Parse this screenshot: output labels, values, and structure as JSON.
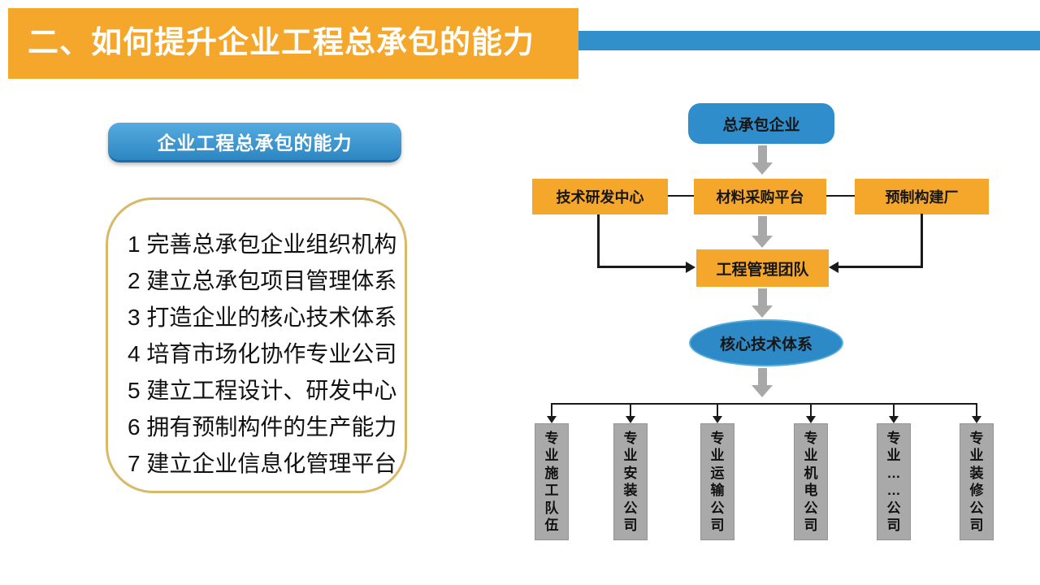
{
  "title": {
    "text": "二、如何提升企业工程总承包的能力"
  },
  "left_panel": {
    "button_label": "企业工程总承包的能力",
    "items": [
      "1 完善总承包企业组织机构",
      "2 建立总承包项目管理体系",
      "3 打造企业的核心技术体系",
      "4 培育市场化协作专业公司",
      "5 建立工程设计、研发中心",
      "6 拥有预制构件的生产能力",
      "7 建立企业信息化管理平台"
    ]
  },
  "flowchart": {
    "top_box": "总承包企业",
    "row_boxes": [
      "技术研发中心",
      "材料采购平台",
      "预制构建厂"
    ],
    "management_box": "工程管理团队",
    "core_ellipse": "核心技术体系",
    "bottom_boxes": [
      "专业施工队伍",
      "专业安装公司",
      "专业运输公司",
      "专业机电公司",
      "专业……公司",
      "专业装修公司"
    ]
  },
  "colors": {
    "orange": "#F5A72B",
    "blue": "#318FC9",
    "button_blue_top": "#55ACE0",
    "button_blue_bottom": "#2E86C1",
    "list_border_gold": "#D8B966",
    "gray_box": "#A9A9A9",
    "arrow_gray": "#A8A8A8",
    "connector_black": "#1A1A1A"
  }
}
